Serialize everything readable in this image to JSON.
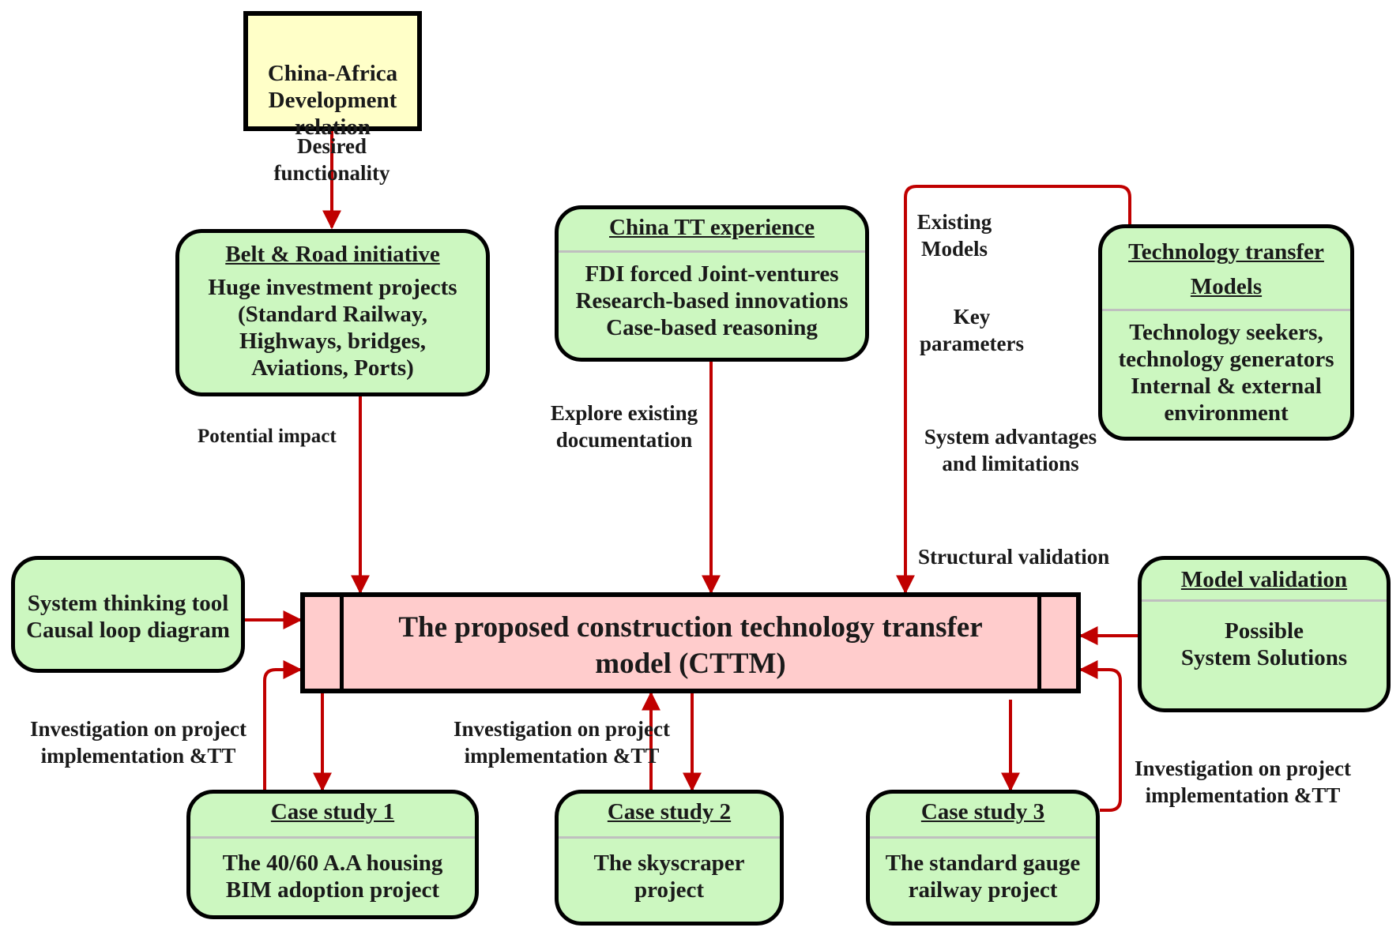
{
  "central": {
    "title": "The proposed construction technology transfer\nmodel (CTTM)"
  },
  "china_africa": {
    "text": "China-Africa\nDevelopment\nrelation"
  },
  "belt_road": {
    "title": "Belt & Road initiative",
    "body": "Huge investment projects\n (Standard Railway,\nHighways, bridges,\nAviations, Ports)"
  },
  "china_tt": {
    "title": "China TT experience",
    "body": "FDI forced Joint-ventures\nResearch-based innovations\nCase-based reasoning"
  },
  "tt_models": {
    "title": "Technology transfer \nModels",
    "body": "Technology seekers,\ntechnology generators\nInternal & external\nenvironment"
  },
  "system_thinking": {
    "body": "System thinking tool\nCausal loop diagram"
  },
  "model_validation": {
    "title": "Model validation",
    "body": "Possible\nSystem Solutions"
  },
  "case1": {
    "title": "Case study 1",
    "body": "The 40/60 A.A housing\nBIM adoption project"
  },
  "case2": {
    "title": "Case study 2",
    "body": "The skyscraper\nproject"
  },
  "case3": {
    "title": "Case study 3",
    "body": "The standard gauge\nrailway project"
  },
  "labels": {
    "desired": "Desired\nfunctionality",
    "potential": "Potential impact",
    "explore": "Explore existing\ndocumentation",
    "existing_models": "Existing\nModels",
    "key_params": "Key\nparameters",
    "advantages": "System advantages\nand limitations",
    "structural": "Structural validation",
    "inv1": "Investigation on project\nimplementation &TT",
    "inv2": "Investigation on project\nimplementation &TT",
    "inv3": "Investigation on project\nimplementation &TT"
  },
  "colors": {
    "arrow": "#c00000",
    "box_fill": "#ccf7c0",
    "central_fill": "#ffcccc",
    "origin_fill": "#ffffc8",
    "border": "#000000"
  }
}
